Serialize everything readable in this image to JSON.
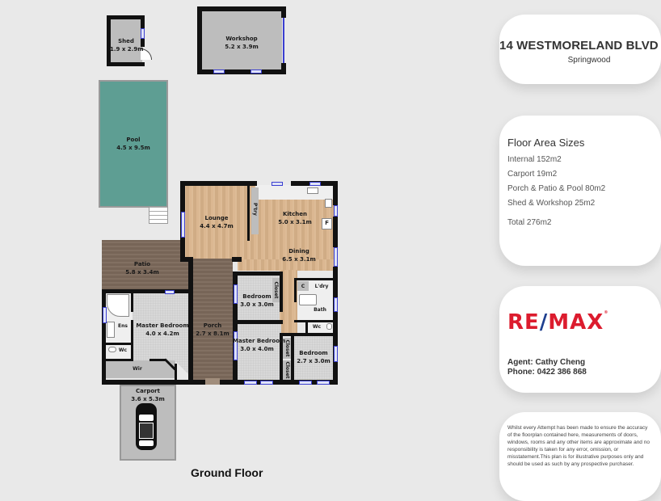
{
  "property": {
    "address": "14 WESTMORELAND BLVD",
    "suburb": "Springwood"
  },
  "floor_area": {
    "title": "Floor Area Sizes",
    "items": [
      "Internal 152m2",
      "Carport 19m2",
      "Porch & Patio & Pool 80m2",
      "Shed & Workshop 25m2"
    ],
    "total": "Total 276m2"
  },
  "agency": {
    "logo_left": "RE",
    "logo_slash": "/",
    "logo_right": "MAX",
    "logo_mark": "®",
    "brand_red": "#dc1c2e",
    "brand_blue": "#1f3f8f",
    "agent": "Agent: Cathy Cheng",
    "phone": "Phone: 0422 386 868"
  },
  "disclaimer": "Whilst every Attempt has been made to ensure the accuracy of the floorplan contained here,  measurements of doors, windows, rooms and any other items are approximate and no responsibility is taken for any error, omission, or misstatement.This plan is for illustrative purposes only and should be used as such by any prospective purchaser.",
  "floorplan": {
    "level_label": "Ground Floor",
    "rooms": {
      "shed": {
        "name": "Shed",
        "size": "1.9 x 2.9m"
      },
      "workshop": {
        "name": "Workshop",
        "size": "5.2 x 3.9m"
      },
      "pool": {
        "name": "Pool",
        "size": "4.5 x 9.5m"
      },
      "lounge": {
        "name": "Lounge",
        "size": "4.4 x 4.7m"
      },
      "pantry": {
        "name": "P'try"
      },
      "kitchen": {
        "name": "Kitchen",
        "size": "5.0 x 3.1m"
      },
      "fridge": {
        "name": "F"
      },
      "dining": {
        "name": "Dining",
        "size": "6.5 x 3.1m"
      },
      "patio": {
        "name": "Patio",
        "size": "5.8 x 3.4m"
      },
      "bedroom1": {
        "name": "Bedroom",
        "size": "3.0 x 3.0m"
      },
      "closet1": {
        "name": "Closet"
      },
      "cupboard": {
        "name": "C"
      },
      "laundry": {
        "name": "L'dry"
      },
      "bath": {
        "name": "Bath"
      },
      "wc1": {
        "name": "Wc"
      },
      "master1": {
        "name": "Master Bedroom",
        "size": "4.0 x 4.2m"
      },
      "ensuite": {
        "name": "Ens"
      },
      "wc2": {
        "name": "Wc"
      },
      "wir": {
        "name": "Wir"
      },
      "porch": {
        "name": "Porch",
        "size": "2.7 x 8.1m"
      },
      "master2": {
        "name": "Master Bedroom",
        "size": "3.0 x 4.0m"
      },
      "closet2": {
        "name": "Closet"
      },
      "closet3": {
        "name": "Closet"
      },
      "bedroom2": {
        "name": "Bedroom",
        "size": "2.7 x 3.0m"
      },
      "carport": {
        "name": "Carport",
        "size": "3.6 x 5.3m"
      }
    }
  }
}
